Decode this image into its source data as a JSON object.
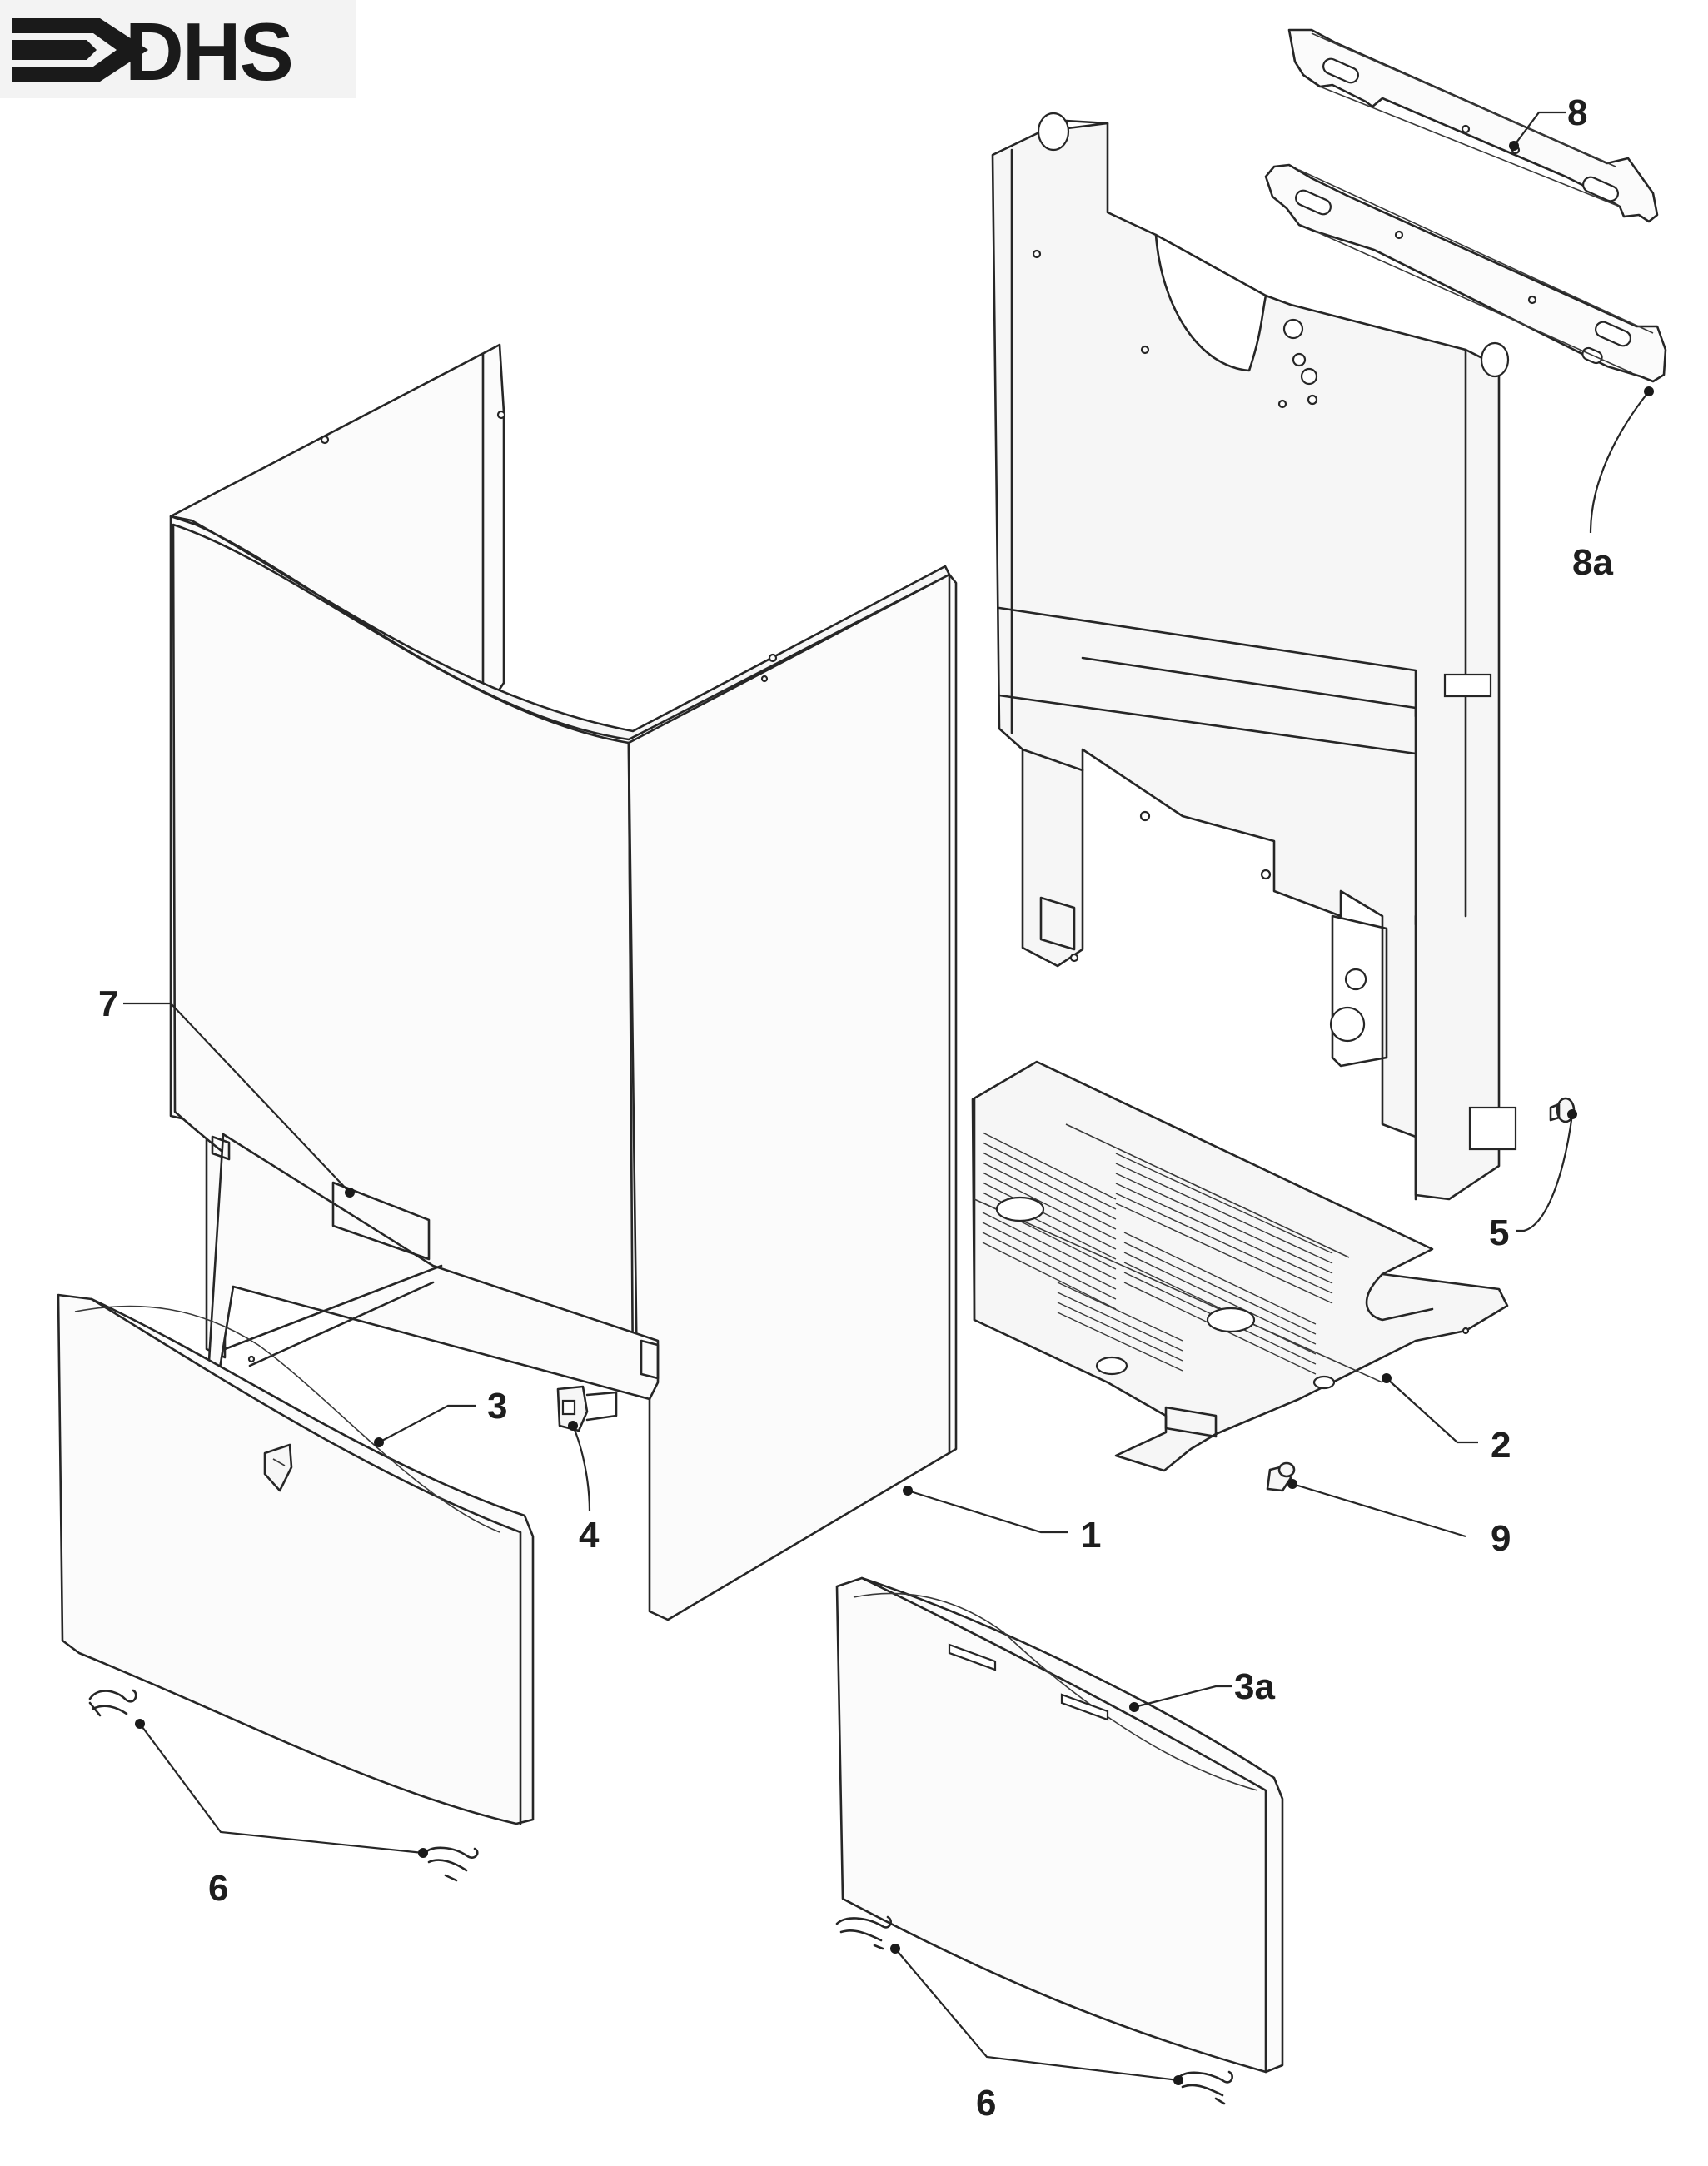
{
  "logo": {
    "text": "DHS",
    "icon": "arrow-right-icon"
  },
  "callouts": [
    {
      "id": "1",
      "label": "1"
    },
    {
      "id": "2",
      "label": "2"
    },
    {
      "id": "3",
      "label": "3"
    },
    {
      "id": "3a",
      "label": "3a"
    },
    {
      "id": "4",
      "label": "4"
    },
    {
      "id": "5",
      "label": "5"
    },
    {
      "id": "6a",
      "label": "6"
    },
    {
      "id": "6b",
      "label": "6"
    },
    {
      "id": "7",
      "label": "7"
    },
    {
      "id": "8",
      "label": "8"
    },
    {
      "id": "8a",
      "label": "8a"
    },
    {
      "id": "9",
      "label": "9"
    }
  ],
  "colors": {
    "ink": "#262626",
    "paper": "#ffffff",
    "panel": "#f6f6f6"
  }
}
